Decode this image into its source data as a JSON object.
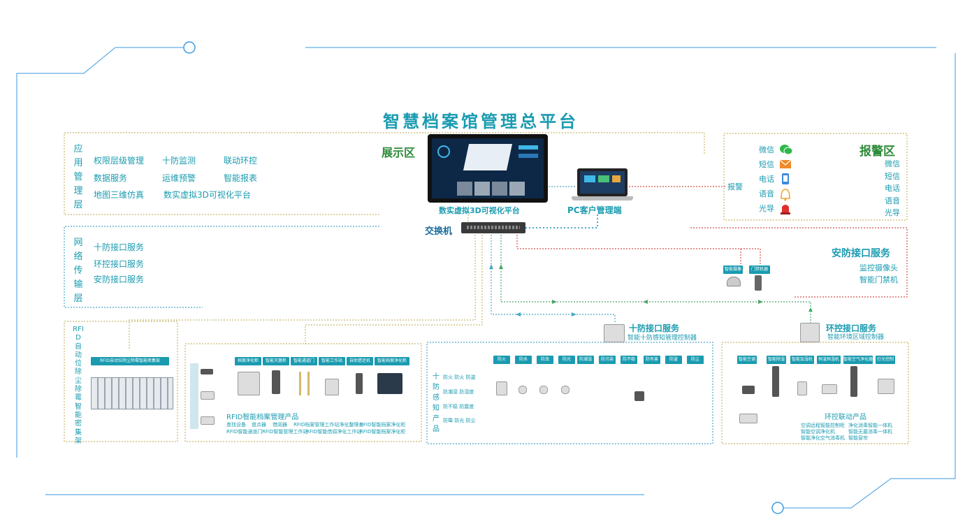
{
  "title": "智慧档案馆管理总平台",
  "zones": {
    "display": "展示区",
    "alarm": "报警区"
  },
  "app_layer": {
    "label": "应用管理层",
    "items": [
      "权限层级管理",
      "十防监测",
      "联动环控",
      "数据服务",
      "运维预警",
      "智能报表",
      "地图三维仿真",
      "数实虚拟3D可视化平台"
    ]
  },
  "net_layer": {
    "label": "网络传输层",
    "items": [
      "十防接口服务",
      "环控接口服务",
      "安防接口服务"
    ]
  },
  "screen_caption": "数实虚拟3D可视化平台",
  "pc_caption": "PC客户管理端",
  "switch_label": "交换机",
  "alarm": {
    "link_label": "报警",
    "left_items": [
      "微信",
      "短信",
      "电话",
      "语音",
      "光导"
    ],
    "right_items": [
      "微信",
      "短信",
      "电话",
      "语音",
      "光导"
    ],
    "icons": [
      "wechat-icon",
      "mail-icon",
      "phone-icon",
      "bell-icon",
      "siren-icon"
    ]
  },
  "security": {
    "title": "安防接口服务",
    "items": [
      "监控摄像头",
      "智能门禁机"
    ],
    "tags": [
      "智能摄像",
      "门禁机器"
    ]
  },
  "ten_prevent": {
    "title": "十防接口服务",
    "subtitle": "智能十防感知管理控制器",
    "label": "十防感知产品",
    "pills": [
      "防火",
      "防水",
      "防虫",
      "防光",
      "防潮湿",
      "防污染",
      "防不稳",
      "防有害",
      "防盗",
      "防尘"
    ],
    "rows": [
      "防火  防火  防盗",
      "防潮湿  防湿度",
      "防不稳  防震度",
      "防霉  防光  防尘"
    ]
  },
  "env_control": {
    "title": "环控接口服务",
    "subtitle": "智能环境区域控制器",
    "product_label": "环控联动产品",
    "pills": [
      "智能空调",
      "智能除湿",
      "智能加湿机",
      "恒温恒湿机",
      "智能空气净化器",
      "灯光控制"
    ],
    "products": [
      "空调远程智能控制柜",
      "净化消毒智能一体机",
      "智能空调净化机",
      "智能无菌消毒一体机",
      "智能净化空气消毒机",
      "智能窗帘"
    ]
  },
  "rfid": {
    "label": "RFID自动位除尘除霉智能密集架",
    "header": "RFID自动位除尘除霉智能密集架"
  },
  "rfid_products": {
    "title": "RFID智能档案管理产品",
    "pills": [
      "档案净化柜",
      "智能灭菌柜",
      "智能通道门",
      "智能工作站",
      "自助借还机",
      "智能档案净化柜"
    ],
    "desc": [
      "查找设备",
      "盘点器",
      "借阅器",
      "RFID档案管理工作站净化整理台",
      "RFID智能档案净化柜",
      "RFID智能通道门",
      "RFID智能管理工作站",
      "RFID智能借阅净化工作站",
      "RFID智能档案净化柜"
    ]
  },
  "colors": {
    "teal": "#1a9bb0",
    "green": "#2e8b3a",
    "frame": "#3a9ae0",
    "red_link": "#d0504a",
    "dotted_olive": "#c8b76a"
  }
}
